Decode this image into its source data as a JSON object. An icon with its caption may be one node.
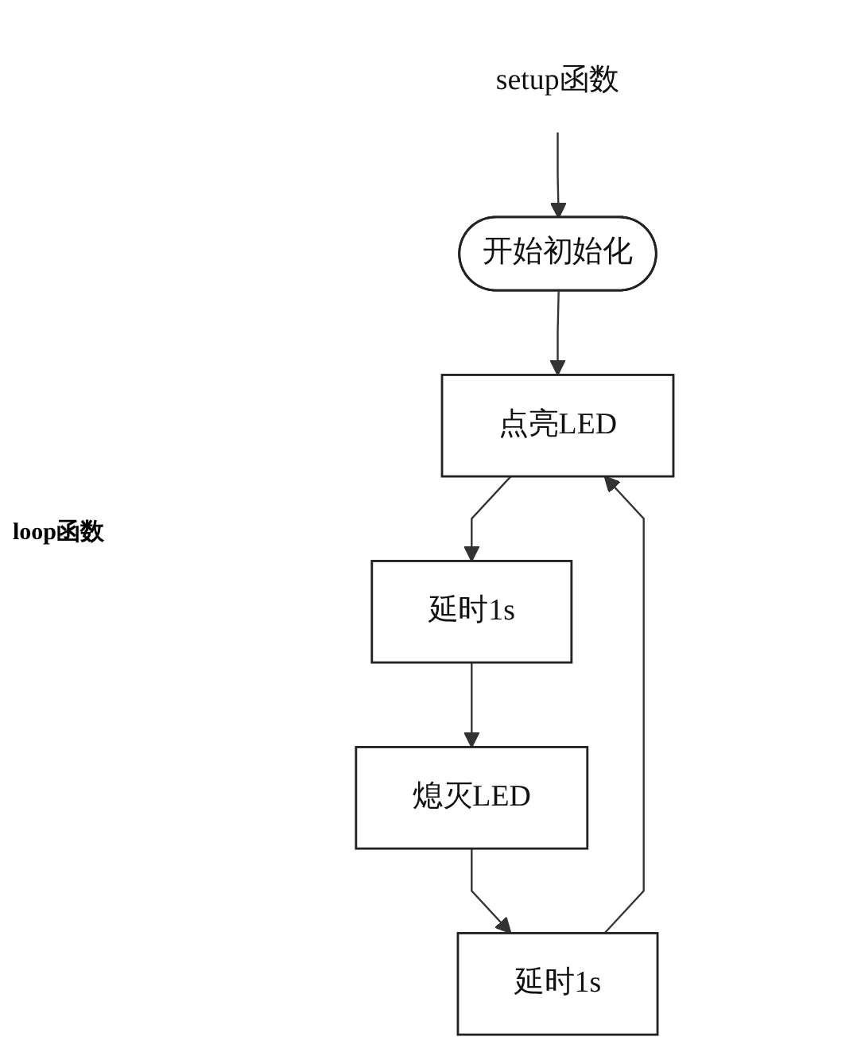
{
  "diagram": {
    "nodes": [
      {
        "text": [
          "setup函数"
        ]
      },
      {
        "text": [
          "开始初始化"
        ]
      },
      {
        "text": [
          "点亮LED"
        ]
      },
      {
        "text": [
          "延时1s"
        ]
      },
      {
        "text": [
          "熄灭LED"
        ]
      },
      {
        "text": [
          "延时1s"
        ]
      }
    ],
    "edges": [
      {
        "from": 0,
        "to": 1,
        "arrow": "to"
      },
      {
        "from": 1,
        "to": 2,
        "arrow": "to"
      },
      {
        "from": 2,
        "to": 3,
        "arrow": "to"
      },
      {
        "from": 3,
        "to": 4,
        "arrow": "to"
      },
      {
        "from": 4,
        "to": 5,
        "arrow": "to"
      },
      {
        "from": 5,
        "to": 2,
        "arrow": "to"
      }
    ],
    "labels": [
      "loop函数"
    ]
  }
}
